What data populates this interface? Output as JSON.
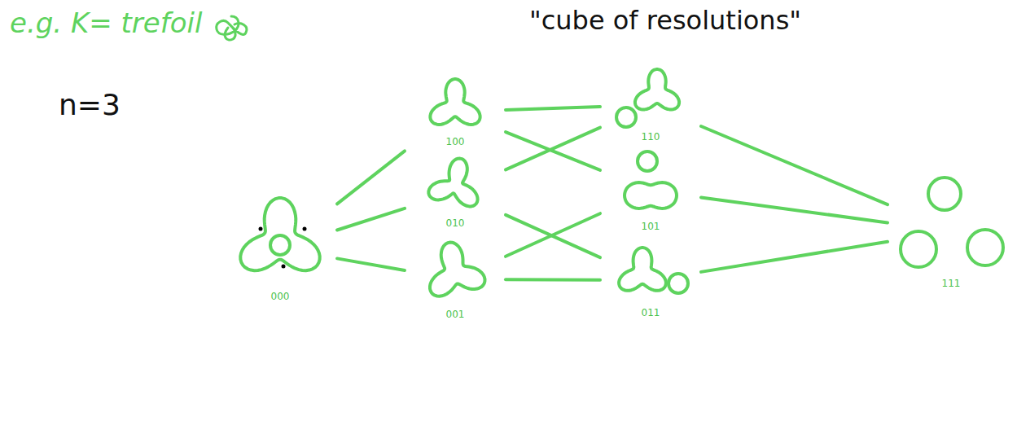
{
  "diagram": {
    "nodes": [
      {
        "text": [
          "000"
        ]
      },
      {
        "text": [
          "100"
        ]
      },
      {
        "text": [
          "010"
        ]
      },
      {
        "text": [
          "001"
        ]
      },
      {
        "text": [
          "110"
        ]
      },
      {
        "text": [
          "101"
        ]
      },
      {
        "text": [
          "011"
        ]
      },
      {
        "text": [
          "111"
        ]
      }
    ],
    "edges": [
      {
        "from": 0,
        "to": 1,
        "arrow": "none"
      },
      {
        "from": 0,
        "to": 2,
        "arrow": "none"
      },
      {
        "from": 0,
        "to": 3,
        "arrow": "none"
      },
      {
        "from": 1,
        "to": 4,
        "arrow": "none"
      },
      {
        "from": 1,
        "to": 5,
        "arrow": "none"
      },
      {
        "from": 2,
        "to": 4,
        "arrow": "none"
      },
      {
        "from": 2,
        "to": 6,
        "arrow": "none"
      },
      {
        "from": 3,
        "to": 5,
        "arrow": "none"
      },
      {
        "from": 3,
        "to": 6,
        "arrow": "none"
      },
      {
        "from": 4,
        "to": 7,
        "arrow": "none"
      },
      {
        "from": 5,
        "to": 7,
        "arrow": "none"
      },
      {
        "from": 6,
        "to": 7,
        "arrow": "none"
      }
    ],
    "labels": [
      "e.g. K= trefoil",
      "\"cube of resolutions\"",
      "n=3"
    ]
  }
}
